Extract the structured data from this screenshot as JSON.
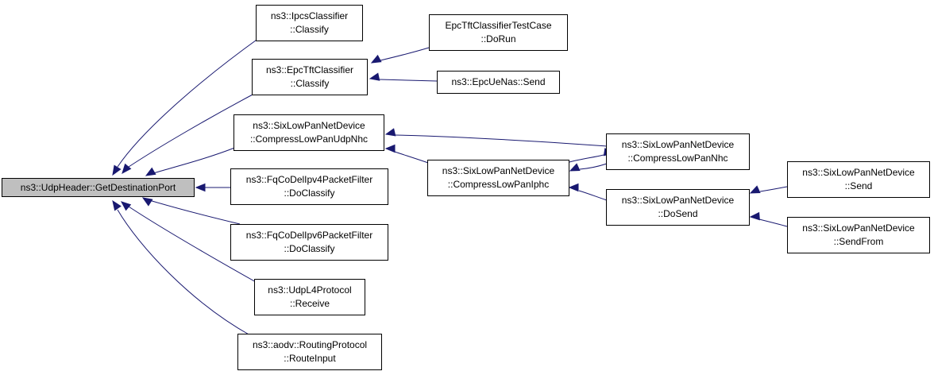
{
  "graph": {
    "edge_color": "#191970",
    "root_fill": "#bfbfbf",
    "nodes": {
      "root": {
        "l1": "ns3::UdpHeader::GetDestinationPort"
      },
      "ipcs": {
        "l1": "ns3::IpcsClassifier",
        "l2": "::Classify"
      },
      "epctft": {
        "l1": "ns3::EpcTftClassifier",
        "l2": "::Classify"
      },
      "epctest": {
        "l1": "EpcTftClassifierTestCase",
        "l2": "::DoRun"
      },
      "epcue": {
        "l1": "ns3::EpcUeNas::Send"
      },
      "sixudp": {
        "l1": "ns3::SixLowPanNetDevice",
        "l2": "::CompressLowPanUdpNhc"
      },
      "sixnhc": {
        "l1": "ns3::SixLowPanNetDevice",
        "l2": "::CompressLowPanNhc"
      },
      "sixiphc": {
        "l1": "ns3::SixLowPanNetDevice",
        "l2": "::CompressLowPanIphc"
      },
      "sixdosend": {
        "l1": "ns3::SixLowPanNetDevice",
        "l2": "::DoSend"
      },
      "sixsend": {
        "l1": "ns3::SixLowPanNetDevice",
        "l2": "::Send"
      },
      "sixsendfrom": {
        "l1": "ns3::SixLowPanNetDevice",
        "l2": "::SendFrom"
      },
      "fq4": {
        "l1": "ns3::FqCoDelIpv4PacketFilter",
        "l2": "::DoClassify"
      },
      "fq6": {
        "l1": "ns3::FqCoDelIpv6PacketFilter",
        "l2": "::DoClassify"
      },
      "udpl4": {
        "l1": "ns3::UdpL4Protocol",
        "l2": "::Receive"
      },
      "aodv": {
        "l1": "ns3::aodv::RoutingProtocol",
        "l2": "::RouteInput"
      }
    }
  }
}
